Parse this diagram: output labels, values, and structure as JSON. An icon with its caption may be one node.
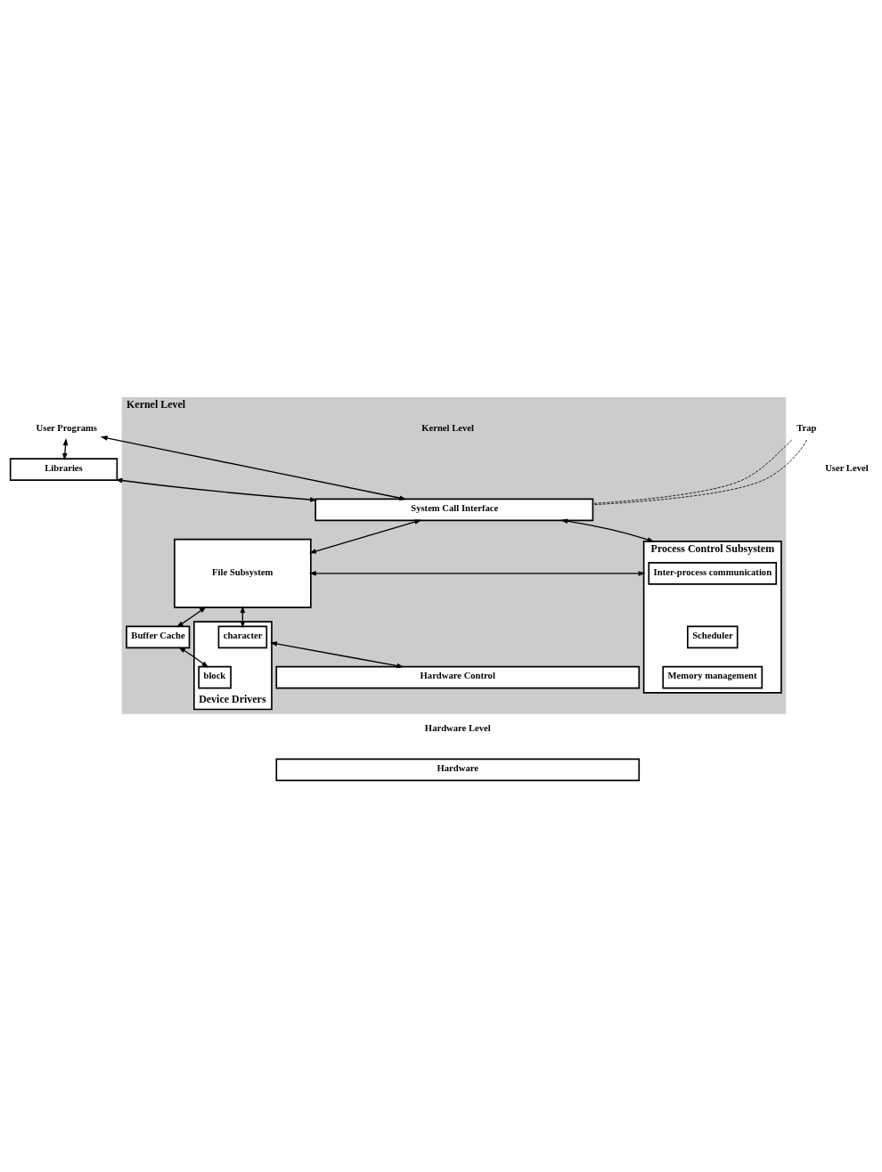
{
  "diagram": {
    "nodes": [
      {
        "text": [
          "User Programs"
        ]
      },
      {
        "text": [
          "Trap"
        ]
      },
      {
        "text": [
          "Libraries"
        ]
      },
      {
        "text": [
          "Kernel Level",
          "Kernel Level"
        ]
      },
      {
        "text": [
          "System Call Interface"
        ],
        "in": 3
      },
      {
        "text": [
          "File Subsystem"
        ],
        "in": 3
      },
      {
        "text": [
          "Process Control Subsystem"
        ],
        "in": 3
      },
      {
        "text": [
          "Inter-process communication"
        ],
        "in": 6
      },
      {
        "text": [
          "Scheduler"
        ],
        "in": 6
      },
      {
        "text": [
          "Memory management"
        ],
        "in": 6
      },
      {
        "text": [
          "Buffer Cache"
        ],
        "in": 3
      },
      {
        "text": [
          "Device Drivers"
        ],
        "in": 3
      },
      {
        "text": [
          "character"
        ],
        "in": 11
      },
      {
        "text": [
          "block"
        ],
        "in": 11
      },
      {
        "text": [
          "Hardware Control"
        ],
        "in": 3
      },
      {
        "text": [
          "Hardware"
        ]
      }
    ],
    "edges": [
      {
        "from": 0,
        "to": 4,
        "arrow": "both"
      },
      {
        "from": 0,
        "to": 2,
        "arrow": "both"
      },
      {
        "from": 2,
        "to": 4,
        "arrow": "both"
      },
      {
        "from": 1,
        "to": 3,
        "arrow": "none",
        "style": "dashed"
      },
      {
        "from": 1,
        "to": 3,
        "arrow": "none",
        "style": "dashed"
      },
      {
        "from": 4,
        "to": 5,
        "arrow": "both"
      },
      {
        "from": 4,
        "to": 6,
        "arrow": "both"
      },
      {
        "from": 5,
        "to": 6,
        "arrow": "both"
      },
      {
        "from": 5,
        "to": 12,
        "arrow": "both"
      },
      {
        "from": 5,
        "to": 10,
        "arrow": "both"
      },
      {
        "from": 10,
        "to": 13,
        "arrow": "both"
      },
      {
        "from": 11,
        "to": 14,
        "arrow": "both"
      }
    ],
    "labels": [
      "User Level",
      "Hardware Level"
    ]
  }
}
